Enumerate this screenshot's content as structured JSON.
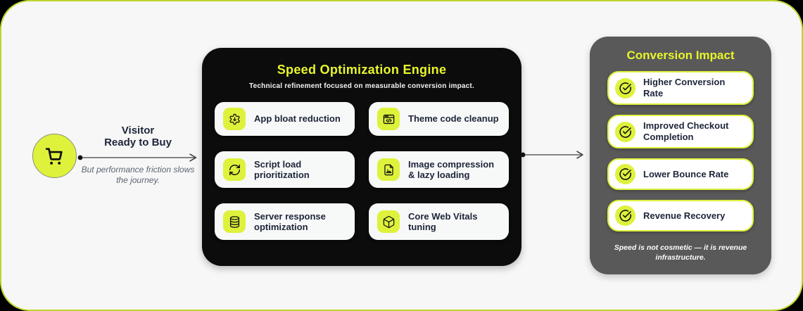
{
  "colors": {
    "accent": "#DEF23C",
    "accent_bright": "#E8F62B",
    "outer_border": "#BFD62C",
    "page_bg": "#F7F7F7",
    "dark_panel": "#0C0C0C",
    "gray_panel": "#595959",
    "text_dark": "#1D2539",
    "text_muted": "#5C6674",
    "card_bg": "#F7F8F8",
    "impact_card_bg": "#FFFFFF"
  },
  "visitor": {
    "icon": "shopping-cart-icon",
    "title_line1": "Visitor",
    "title_line2": "Ready to Buy",
    "subtitle": "But performance friction slows the journey."
  },
  "engine": {
    "title": "Speed Optimization Engine",
    "subtitle": "Technical refinement focused on measurable conversion impact.",
    "items": [
      {
        "icon": "gear-download-icon",
        "label": "App bloat reduction"
      },
      {
        "icon": "browser-code-icon",
        "label": "Theme code cleanup"
      },
      {
        "icon": "refresh-cycle-icon",
        "label": "Script load prioritization"
      },
      {
        "icon": "image-file-icon",
        "label": "Image compression & lazy loading"
      },
      {
        "icon": "database-icon",
        "label": "Server response optimization"
      },
      {
        "icon": "cube-hexagon-icon",
        "label": "Core Web Vitals tuning"
      }
    ]
  },
  "impact": {
    "title": "Conversion Impact",
    "items": [
      {
        "icon": "check-circle-icon",
        "label": "Higher Conversion Rate"
      },
      {
        "icon": "check-circle-icon",
        "label": "Improved Checkout Completion"
      },
      {
        "icon": "check-circle-icon",
        "label": "Lower Bounce Rate"
      },
      {
        "icon": "check-circle-icon",
        "label": "Revenue Recovery"
      }
    ],
    "footnote": "Speed is not cosmetic — it is revenue infrastructure."
  }
}
